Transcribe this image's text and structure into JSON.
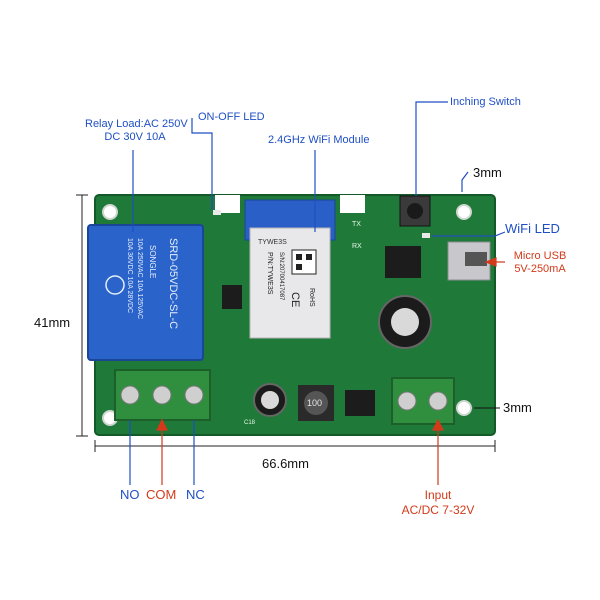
{
  "labels": {
    "relay_load_line1": "Relay Load:AC 250V",
    "relay_load_line2": "DC 30V 10A",
    "on_off_led": "ON-OFF LED",
    "wifi_module": "2.4GHz WiFi Module",
    "inching_switch": "Inching Switch",
    "mm3_top": "3mm",
    "wifi_led": "WiFi LED",
    "micro_usb_line1": "Micro USB",
    "micro_usb_line2": "5V-250mA",
    "mm41": "41mm",
    "mm3_bottom": "3mm",
    "mm66": "66.6mm",
    "no": "NO",
    "com": "COM",
    "nc": "NC",
    "input_line1": "Input",
    "input_line2": "AC/DC 7-32V"
  },
  "board": {
    "module_name": "TYWE3S",
    "module_pn": "P/N:TYWE3S",
    "module_sn": "S/N:20700417087",
    "module_rohs": "RoHS",
    "module_ce": "CE",
    "relay_brand": "SONGLE",
    "relay_model": "SRD-05VDC-SL-C",
    "relay_spec1": "10A 250VAC  10A 125VAC",
    "relay_spec2": "10A 30VDC   10A 28VDC",
    "inductor_code": "100",
    "cap_label": "C18",
    "tx_label": "TX",
    "rx_label": "RX"
  },
  "colors": {
    "pcb": "#1f7a3a",
    "pcb_dark": "#135a28",
    "relay": "#2a63c9",
    "terminal": "#2f8f3f",
    "label_blue": "#1f4fc4",
    "label_red": "#d23a1a"
  }
}
